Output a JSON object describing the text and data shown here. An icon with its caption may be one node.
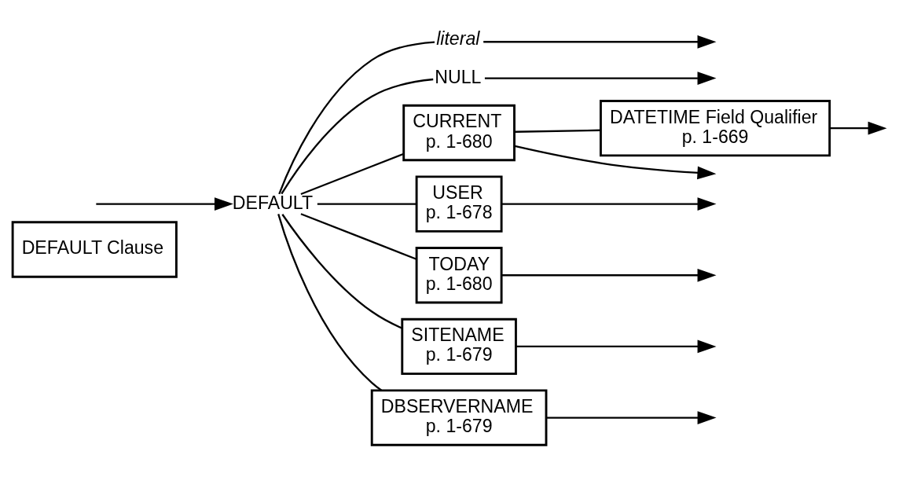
{
  "diagram": {
    "nodes": [
      {
        "text": [
          "DEFAULT Clause"
        ]
      },
      {
        "text": [
          "DEFAULT"
        ]
      },
      {
        "text": [
          "literal"
        ]
      },
      {
        "text": [
          "NULL"
        ]
      },
      {
        "text": [
          "CURRENT",
          "p. 1-680"
        ]
      },
      {
        "text": [
          "DATETIME Field Qualifier",
          "p. 1-669"
        ]
      },
      {
        "text": [
          "USER",
          "p. 1-678"
        ]
      },
      {
        "text": [
          "TODAY",
          "p. 1-680"
        ]
      },
      {
        "text": [
          "SITENAME",
          "p. 1-679"
        ]
      },
      {
        "text": [
          "DBSERVERNAME",
          "p. 1-679"
        ]
      }
    ],
    "edges": [
      {
        "from": null,
        "to": 1,
        "arrow": "to"
      },
      {
        "from": 1,
        "to": 2,
        "arrow": "none"
      },
      {
        "from": 1,
        "to": 3,
        "arrow": "none"
      },
      {
        "from": 1,
        "to": 4,
        "arrow": "none"
      },
      {
        "from": 4,
        "to": 5,
        "arrow": "none"
      },
      {
        "from": 1,
        "to": 6,
        "arrow": "none"
      },
      {
        "from": 1,
        "to": 7,
        "arrow": "none"
      },
      {
        "from": 1,
        "to": 8,
        "arrow": "none"
      },
      {
        "from": 1,
        "to": 9,
        "arrow": "none"
      },
      {
        "from": 2,
        "to": null,
        "arrow": "to"
      },
      {
        "from": 3,
        "to": null,
        "arrow": "to"
      },
      {
        "from": 4,
        "to": null,
        "arrow": "to"
      },
      {
        "from": 5,
        "to": null,
        "arrow": "to"
      },
      {
        "from": 6,
        "to": null,
        "arrow": "to"
      },
      {
        "from": 7,
        "to": null,
        "arrow": "to"
      },
      {
        "from": 8,
        "to": null,
        "arrow": "to"
      },
      {
        "from": 9,
        "to": null,
        "arrow": "to"
      }
    ]
  }
}
